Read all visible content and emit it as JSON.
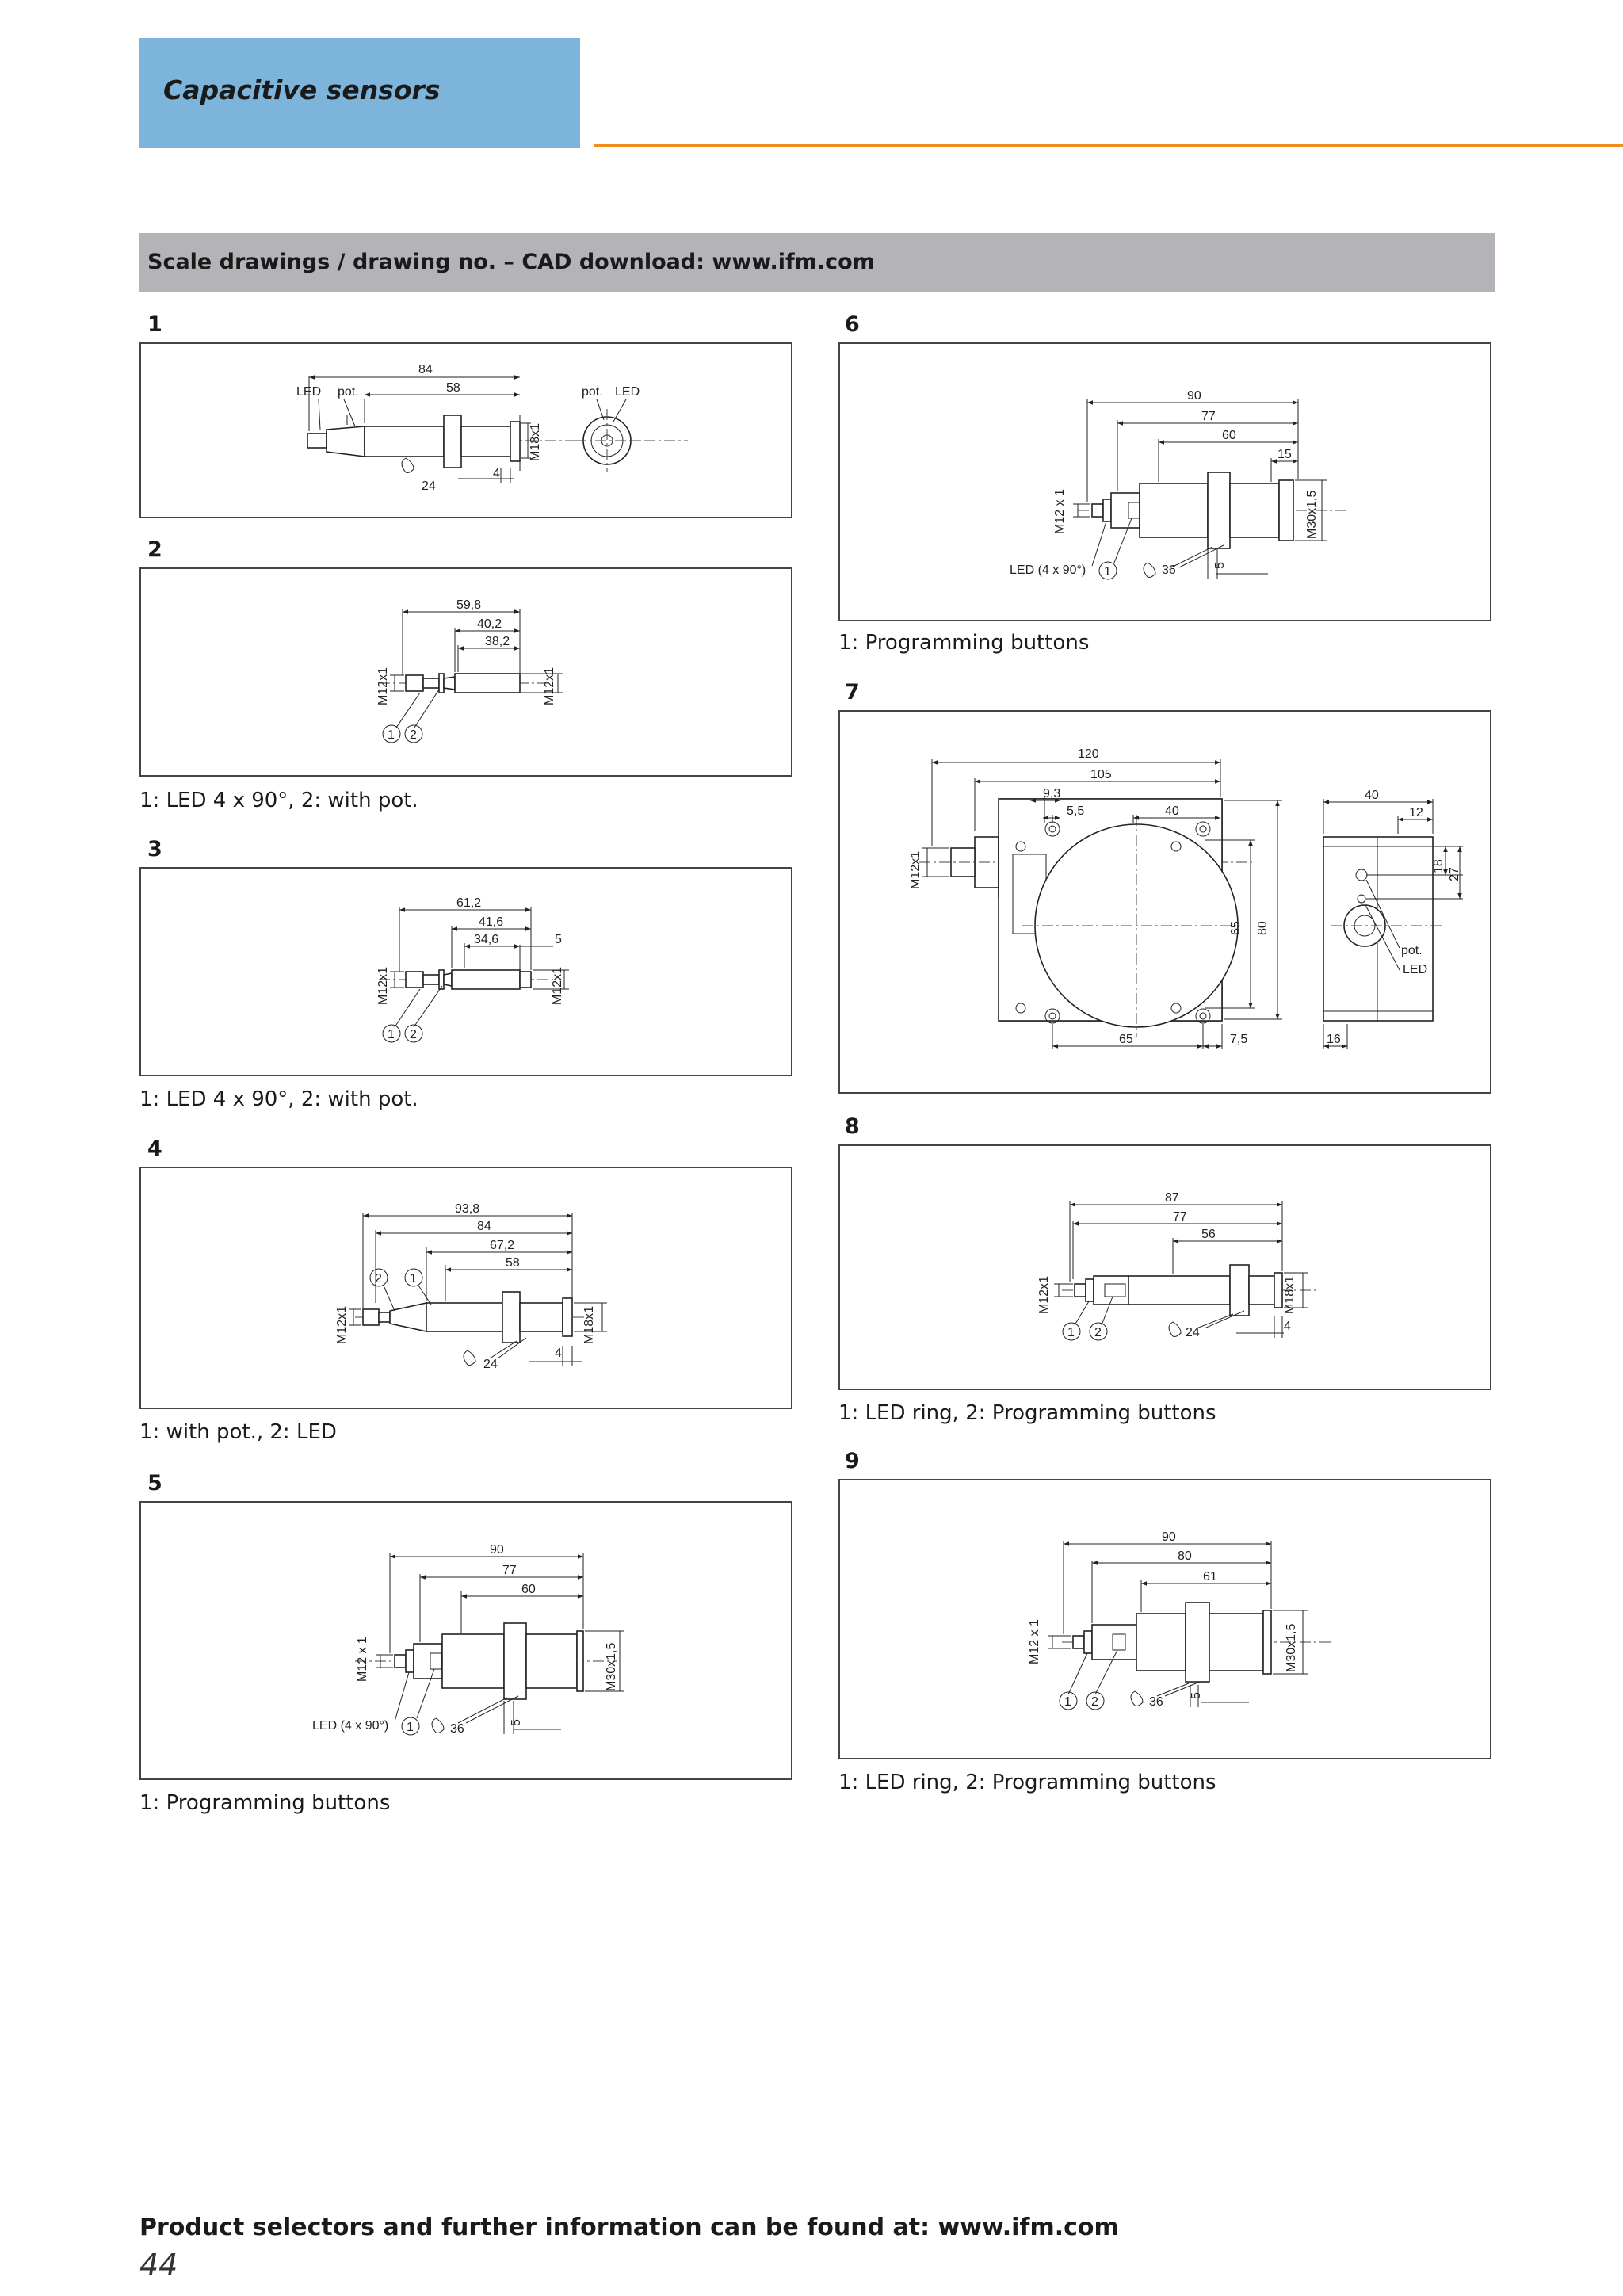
{
  "header": {
    "section_title": "Capacitive sensors"
  },
  "banner": {
    "text": "Scale drawings / drawing no. – CAD download: www.ifm.com"
  },
  "drawings": [
    {
      "number": "1",
      "caption": "",
      "labels": {
        "d84": "84",
        "d58": "58",
        "led": "LED",
        "pot": "pot.",
        "thread": "M18x1",
        "wrench": "24",
        "d4": "4",
        "pot2": "pot.",
        "led2": "LED"
      }
    },
    {
      "number": "2",
      "caption": "1: LED 4 x 90°, 2: with pot.",
      "labels": {
        "d1": "59,8",
        "d2": "40,2",
        "d3": "38,2",
        "t1": "M12x1",
        "t2": "M12x1",
        "c1": "1",
        "c2": "2"
      }
    },
    {
      "number": "3",
      "caption": "1: LED 4 x 90°, 2: with pot.",
      "labels": {
        "d1": "61,2",
        "d2": "41,6",
        "d3": "34,6",
        "d4": "5",
        "t1": "M12x1",
        "t2": "M12x1",
        "c1": "1",
        "c2": "2"
      }
    },
    {
      "number": "4",
      "caption": "1: with pot., 2: LED",
      "labels": {
        "d1": "93,8",
        "d2": "84",
        "d3": "67,2",
        "d4": "58",
        "t1": "M12x1",
        "t2": "M18x1",
        "c1": "1",
        "c2": "2",
        "wrench": "24",
        "d5": "4"
      }
    },
    {
      "number": "5",
      "caption": "1: Programming buttons",
      "labels": {
        "d1": "90",
        "d2": "77",
        "d3": "60",
        "t1": "M12 x 1",
        "t2": "M30x1,5",
        "led": "LED (4 x 90°)",
        "c1": "1",
        "wrench": "36",
        "d4": "5"
      }
    },
    {
      "number": "6",
      "caption": "1: Programming buttons",
      "labels": {
        "d1": "90",
        "d2": "77",
        "d3": "60",
        "d4": "15",
        "t1": "M12 x 1",
        "t2": "M30x1,5",
        "led": "LED (4 x 90°)",
        "c1": "1",
        "wrench": "36",
        "d5": "5"
      }
    },
    {
      "number": "7",
      "caption": "",
      "labels": {
        "d120": "120",
        "d105": "105",
        "d93": "9,3",
        "d55": "5,5",
        "d40": "40",
        "t1": "M12x1",
        "d65v": "65",
        "d80": "80",
        "d65h": "65",
        "d75": "7,5",
        "s40": "40",
        "s12": "12",
        "s18": "18",
        "s27": "27",
        "pot": "pot.",
        "led": "LED",
        "s16": "16"
      }
    },
    {
      "number": "8",
      "caption": "1: LED ring, 2: Programming buttons",
      "labels": {
        "d1": "87",
        "d2": "77",
        "d3": "56",
        "t1": "M12x1",
        "t2": "M18x1",
        "c1": "1",
        "c2": "2",
        "wrench": "24",
        "d4": "4"
      }
    },
    {
      "number": "9",
      "caption": "1: LED ring, 2: Programming buttons",
      "labels": {
        "d1": "90",
        "d2": "80",
        "d3": "61",
        "t1": "M12 x 1",
        "t2": "M30x1,5",
        "c1": "1",
        "c2": "2",
        "wrench": "36",
        "d4": "5"
      }
    }
  ],
  "footer": {
    "text": "Product selectors and further information can be found at: www.ifm.com",
    "page_number": "44"
  }
}
